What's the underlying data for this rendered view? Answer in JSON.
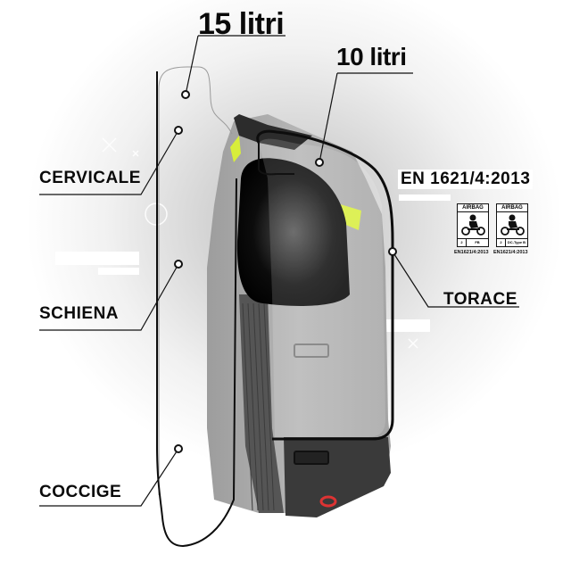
{
  "callouts": {
    "total_volume": "15 litri",
    "front_volume": "10 litri"
  },
  "body_zones": {
    "cervicale": "CERVICALE",
    "schiena": "SCHIENA",
    "coccige": "COCCIGE",
    "torace": "TORACE"
  },
  "certification": {
    "standard": "EN 1621/4:2013",
    "badges": [
      {
        "header": "AIRBAG",
        "class": "2",
        "type": "FB",
        "caption": "EN1621/4:2013",
        "icon": "motorcycle-rider-icon"
      },
      {
        "header": "AIRBAG",
        "class": "2",
        "type": "DC-Type B",
        "caption": "EN1621/4:2013",
        "icon": "motorcycle-rider-icon"
      }
    ]
  },
  "product": {
    "image": "airbag-vest-side-view",
    "colors": {
      "vest_grey": "#9a9a9a",
      "vest_dark": "#3a3a3a",
      "accent_yellow": "#d8ee3a",
      "pull_tab_red": "#d33"
    }
  }
}
